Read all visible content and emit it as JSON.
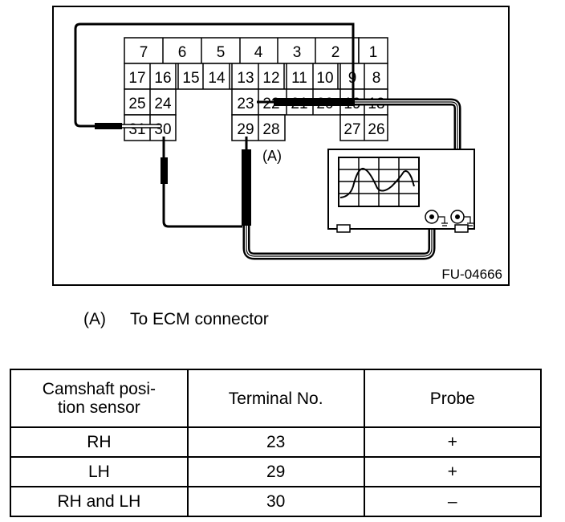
{
  "figure": {
    "figure_id": "FU-04666",
    "callout_label": "(A)",
    "connector": {
      "row1": [
        "7",
        "6",
        "5",
        "4",
        "3",
        "2",
        "1"
      ],
      "row2": [
        "17",
        "16",
        "15",
        "14",
        "13",
        "12",
        "11",
        "10",
        "9",
        "8"
      ],
      "row3": [
        "25",
        "24",
        "23",
        "22",
        "21",
        "20",
        "19",
        "18"
      ],
      "row4": [
        "31",
        "30",
        "29",
        "28",
        "27",
        "26"
      ]
    },
    "instrument": "oscilloscope"
  },
  "legend": {
    "key": "(A)",
    "text": "To ECM connector"
  },
  "table": {
    "headers": [
      "Camshaft posi-\ntion sensor",
      "Terminal No.",
      "Probe"
    ],
    "header_line1": "Camshaft posi-",
    "header_line2": "tion sensor",
    "header_terminal": "Terminal No.",
    "header_probe": "Probe",
    "rows": [
      {
        "sensor": "RH",
        "terminal": "23",
        "probe": "+"
      },
      {
        "sensor": "LH",
        "terminal": "29",
        "probe": "+"
      },
      {
        "sensor": "RH and LH",
        "terminal": "30",
        "probe": "–"
      }
    ]
  }
}
